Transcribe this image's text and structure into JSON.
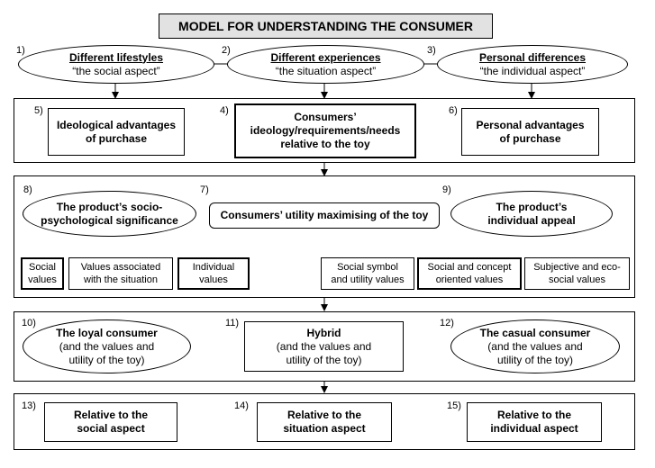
{
  "title": "MODEL FOR UNDERSTANDING THE CONSUMER",
  "aspects": [
    {
      "num": "1)",
      "title": "Different lifestyles",
      "sub": "“the social aspect”"
    },
    {
      "num": "2)",
      "title": "Different experiences",
      "sub": "“the situation aspect”"
    },
    {
      "num": "3)",
      "title": "Personal differences",
      "sub": "“the individual aspect”"
    }
  ],
  "row2": {
    "n5": "5)",
    "left_line1": "Ideological advantages",
    "left_line2": "of purchase",
    "n4": "4)",
    "center_line1": "Consumers’",
    "center_line2": "ideology/requirements/needs",
    "center_line3": "relative to the toy",
    "n6": "6)",
    "right_line1": "Personal advantages",
    "right_line2": "of purchase"
  },
  "row3": {
    "n8": "8)",
    "left_line1": "The product’s socio-",
    "left_line2": "psychological significance",
    "n7": "7)",
    "center": "Consumers’ utility maximising of the toy",
    "n9": "9)",
    "right_line1": "The product’s",
    "right_line2": "individual appeal",
    "values_left": [
      {
        "l1": "Social",
        "l2": "values"
      },
      {
        "l1": "Values associated",
        "l2": "with the situation"
      },
      {
        "l1": "Individual",
        "l2": "values"
      }
    ],
    "values_right": [
      {
        "l1": "Social symbol",
        "l2": "and utility values"
      },
      {
        "l1": "Social and concept",
        "l2": "oriented values"
      },
      {
        "l1": "Subjective and eco-",
        "l2": "social values"
      }
    ]
  },
  "row4": {
    "n10": "10)",
    "loyal_title": "The loyal consumer",
    "loyal_l2": "(and the values and",
    "loyal_l3": "utility of the toy)",
    "n11": "11)",
    "hybrid_title": "Hybrid",
    "hybrid_l2": "(and the values and",
    "hybrid_l3": "utility of the toy)",
    "n12": "12)",
    "casual_title": "The casual consumer",
    "casual_l2": "(and the values and",
    "casual_l3": "utility of the toy)"
  },
  "row5": {
    "n13": "13)",
    "social_l1": "Relative to the",
    "social_l2": "social aspect",
    "n14": "14)",
    "situation_l1": "Relative to the",
    "situation_l2": "situation aspect",
    "n15": "15)",
    "individual_l1": "Relative to the",
    "individual_l2": "individual aspect"
  }
}
